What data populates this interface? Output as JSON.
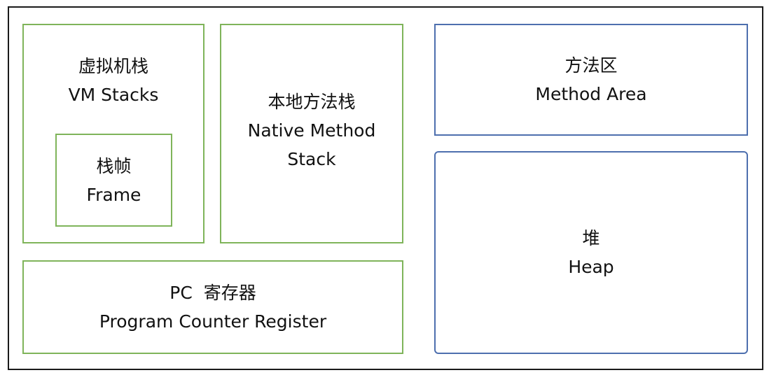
{
  "vm_stacks": {
    "cn": "虚拟机栈",
    "en": "VM Stacks"
  },
  "frame": {
    "cn": "栈帧",
    "en": "Frame"
  },
  "native_method_stack": {
    "cn": "本地方法栈",
    "en_line1": "Native Method",
    "en_line2": "Stack"
  },
  "pc_register": {
    "cn": "PC  寄存器",
    "en": "Program Counter Register"
  },
  "method_area": {
    "cn": "方法区",
    "en": "Method Area"
  },
  "heap": {
    "cn": "堆",
    "en": "Heap"
  },
  "colors": {
    "thread_private_border": "#7fb45a",
    "shared_border": "#4d6fae",
    "outer_border": "#1a1a1a"
  }
}
